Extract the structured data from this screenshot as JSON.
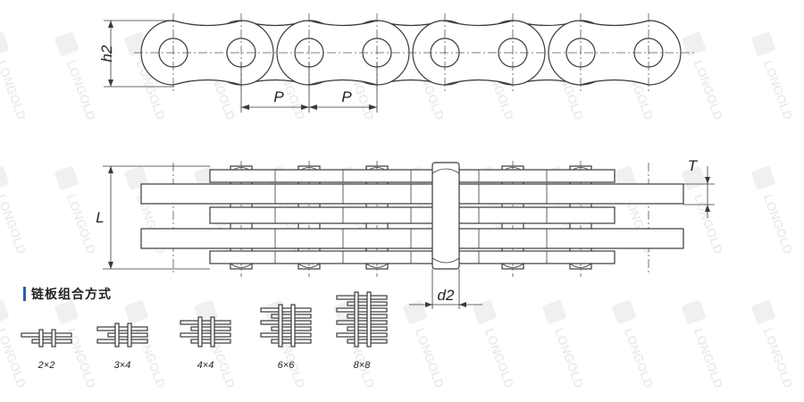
{
  "watermark": {
    "text": "LONGOLD"
  },
  "labels": {
    "h2": "h2",
    "pitch_left": "P",
    "pitch_right": "P",
    "width": "L",
    "thickness": "T",
    "pin_diameter": "d2"
  },
  "section": {
    "title": "链板组合方式"
  },
  "combinations": [
    {
      "label": "2×2",
      "outer": 1,
      "inner": 1
    },
    {
      "label": "3×4",
      "outer": 2,
      "inner": 1
    },
    {
      "label": "4×4",
      "outer": 2,
      "inner": 2
    },
    {
      "label": "6×6",
      "outer": 3,
      "inner": 3
    },
    {
      "label": "8×8",
      "outer": 4,
      "inner": 4
    }
  ],
  "colors": {
    "line": "#3a3a3a",
    "accent": "#2b5fb0",
    "background": "#ffffff"
  }
}
